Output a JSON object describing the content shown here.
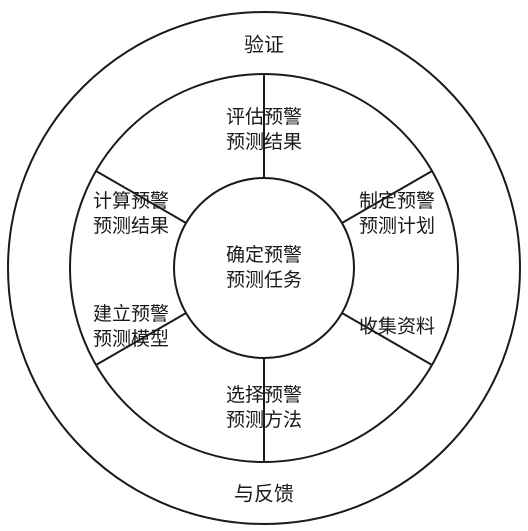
{
  "diagram": {
    "outer_ring": {
      "top_label": "验证",
      "bottom_label": "与反馈"
    },
    "center": {
      "line1": "确定预警",
      "line2": "预测任务"
    },
    "segments": [
      {
        "id": "evaluate",
        "line1": "评估预警",
        "line2": "预测结果"
      },
      {
        "id": "plan",
        "line1": "制定预警",
        "line2": "预测计划"
      },
      {
        "id": "collect",
        "line1": "收集资料",
        "line2": ""
      },
      {
        "id": "select",
        "line1": "选择预警",
        "line2": "预测方法"
      },
      {
        "id": "build",
        "line1": "建立预警",
        "line2": "预测模型"
      },
      {
        "id": "compute",
        "line1": "计算预警",
        "line2": "预测结果"
      }
    ],
    "colors": {
      "stroke": "#1a1a1a",
      "fill": "#ffffff"
    }
  }
}
